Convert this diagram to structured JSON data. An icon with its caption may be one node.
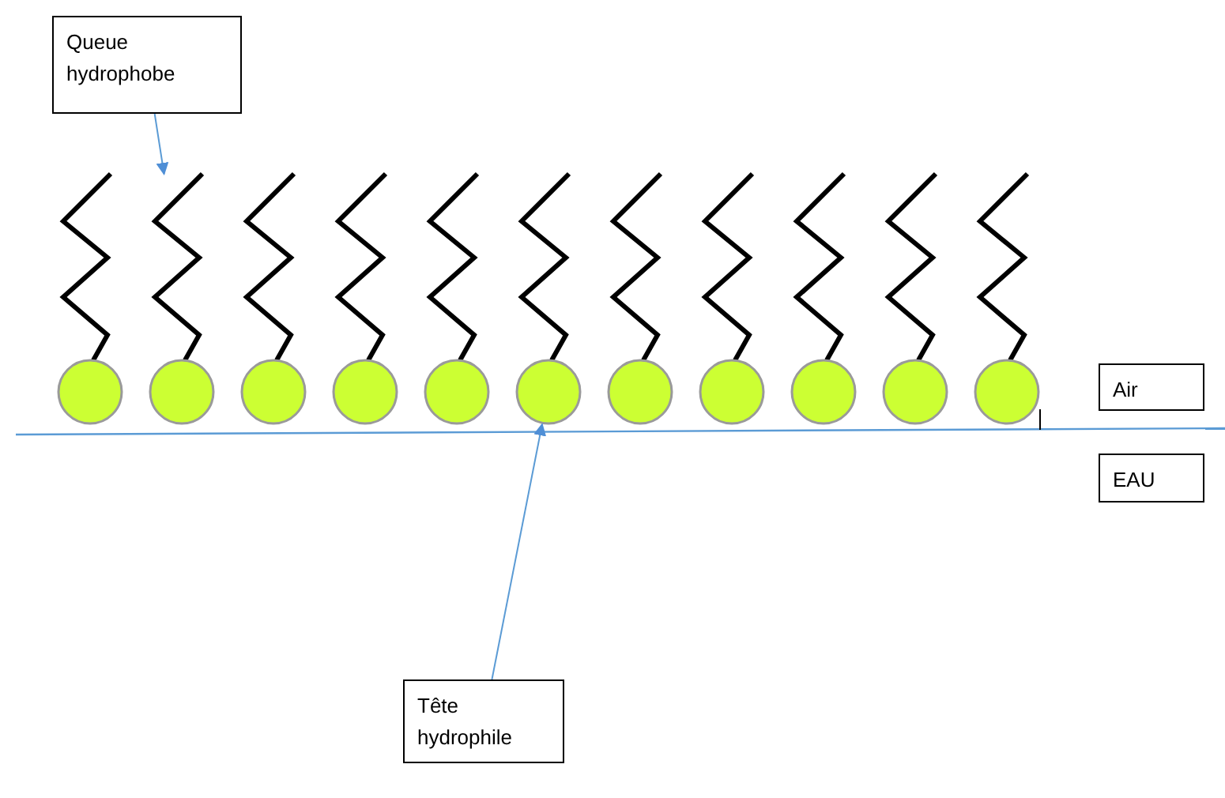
{
  "diagram": {
    "nodes": [
      {
        "text": [
          "Queue hydrophobe"
        ]
      },
      {
        "text": [
          "Tête hydrophile"
        ]
      },
      {
        "text": [
          "Air"
        ]
      },
      {
        "text": [
          "EAU"
        ]
      },
      {
        "text": [],
        "shape": "zigzag"
      },
      {
        "text": [],
        "shape": "zigzag"
      },
      {
        "text": [],
        "shape": "zigzag"
      },
      {
        "text": [],
        "shape": "zigzag"
      },
      {
        "text": [],
        "shape": "zigzag"
      },
      {
        "text": [],
        "shape": "zigzag"
      },
      {
        "text": [],
        "shape": "zigzag"
      },
      {
        "text": [],
        "shape": "zigzag"
      },
      {
        "text": [],
        "shape": "zigzag"
      },
      {
        "text": [],
        "shape": "zigzag"
      },
      {
        "text": [],
        "shape": "zigzag"
      },
      {
        "text": [],
        "shape": "circle"
      },
      {
        "text": [],
        "shape": "circle"
      },
      {
        "text": [],
        "shape": "circle"
      },
      {
        "text": [],
        "shape": "circle"
      },
      {
        "text": [],
        "shape": "circle"
      },
      {
        "text": [],
        "shape": "circle"
      },
      {
        "text": [],
        "shape": "circle"
      },
      {
        "text": [],
        "shape": "circle"
      },
      {
        "text": [],
        "shape": "circle"
      },
      {
        "text": [],
        "shape": "circle"
      },
      {
        "text": [],
        "shape": "circle"
      }
    ],
    "edges": [
      {
        "from": 0,
        "to": 5,
        "arrow": "to"
      },
      {
        "from": 1,
        "to": 20,
        "arrow": "to"
      }
    ]
  }
}
